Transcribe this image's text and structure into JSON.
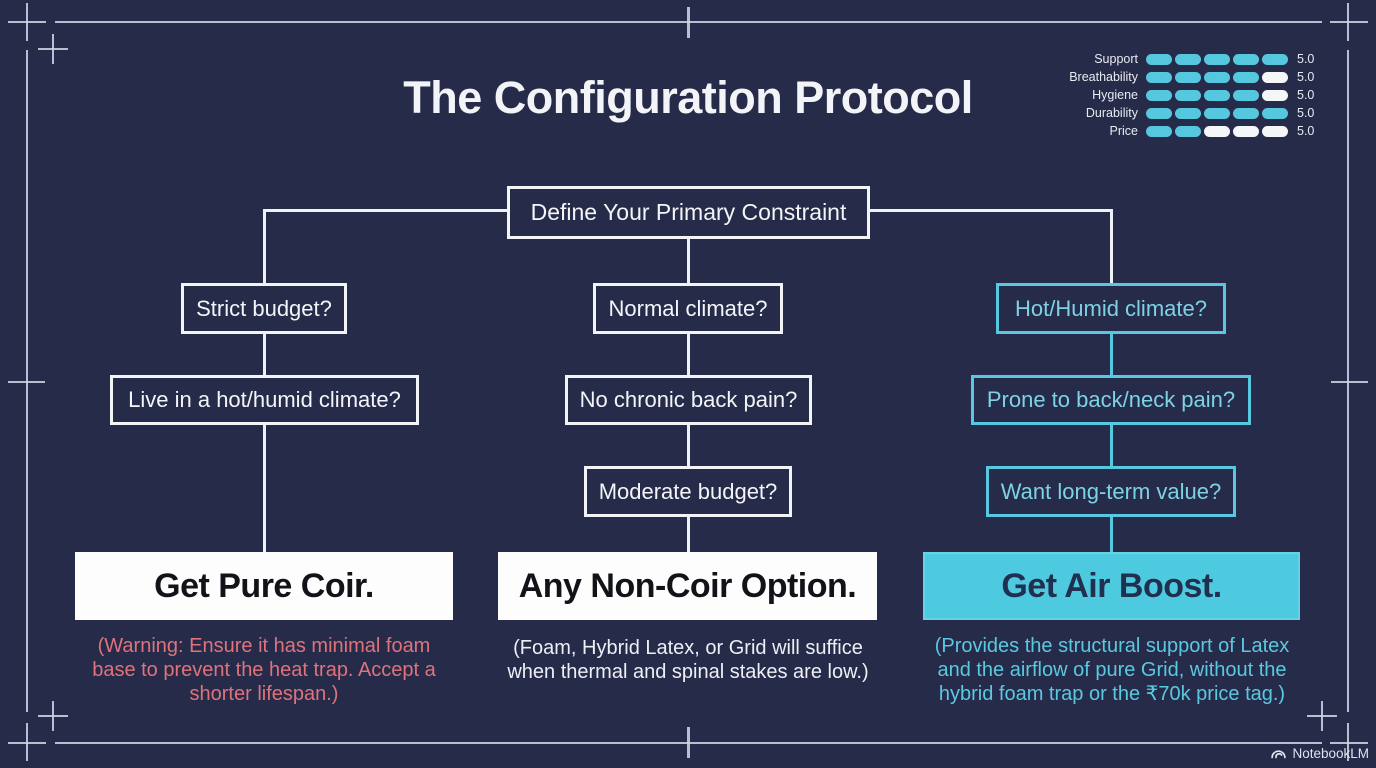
{
  "title": "The Configuration Protocol",
  "ratings": {
    "max_segments": 5,
    "rows": [
      {
        "label": "Support",
        "filled": 5,
        "value": "5.0"
      },
      {
        "label": "Breathability",
        "filled": 4,
        "value": "5.0"
      },
      {
        "label": "Hygiene",
        "filled": 4,
        "value": "5.0"
      },
      {
        "label": "Durability",
        "filled": 5,
        "value": "5.0"
      },
      {
        "label": "Price",
        "filled": 2,
        "value": "5.0"
      }
    ]
  },
  "flowchart": {
    "root": {
      "label": "Define Your Primary Constraint"
    },
    "columns": [
      {
        "steps": [
          "Strict budget?",
          "Live in a hot/humid climate?"
        ],
        "result": "Get Pure Coir.",
        "note_lines": [
          "(Warning: Ensure it has minimal foam",
          "base to prevent the heat trap. Accept a",
          "shorter lifespan.)"
        ]
      },
      {
        "steps": [
          "Normal climate?",
          "No chronic back pain?",
          "Moderate budget?"
        ],
        "result": "Any Non-Coir Option.",
        "note_lines": [
          "(Foam, Hybrid Latex, or Grid will suffice",
          "when thermal and spinal stakes are low.)"
        ]
      },
      {
        "steps": [
          "Hot/Humid climate?",
          "Prone to back/neck pain?",
          "Want long-term value?"
        ],
        "result": "Get Air Boost.",
        "note_lines": [
          "(Provides the structural support of Latex",
          "and the airflow of pure Grid, without the",
          "hybrid foam trap or the ₹70k price tag.)"
        ]
      }
    ]
  },
  "watermark": {
    "label": "NotebookLM"
  },
  "colors": {
    "background": "#262b49",
    "accent_cyan": "#55c8df",
    "warning_salmon": "#e0727c",
    "box_border_white": "#f2f4f8"
  }
}
